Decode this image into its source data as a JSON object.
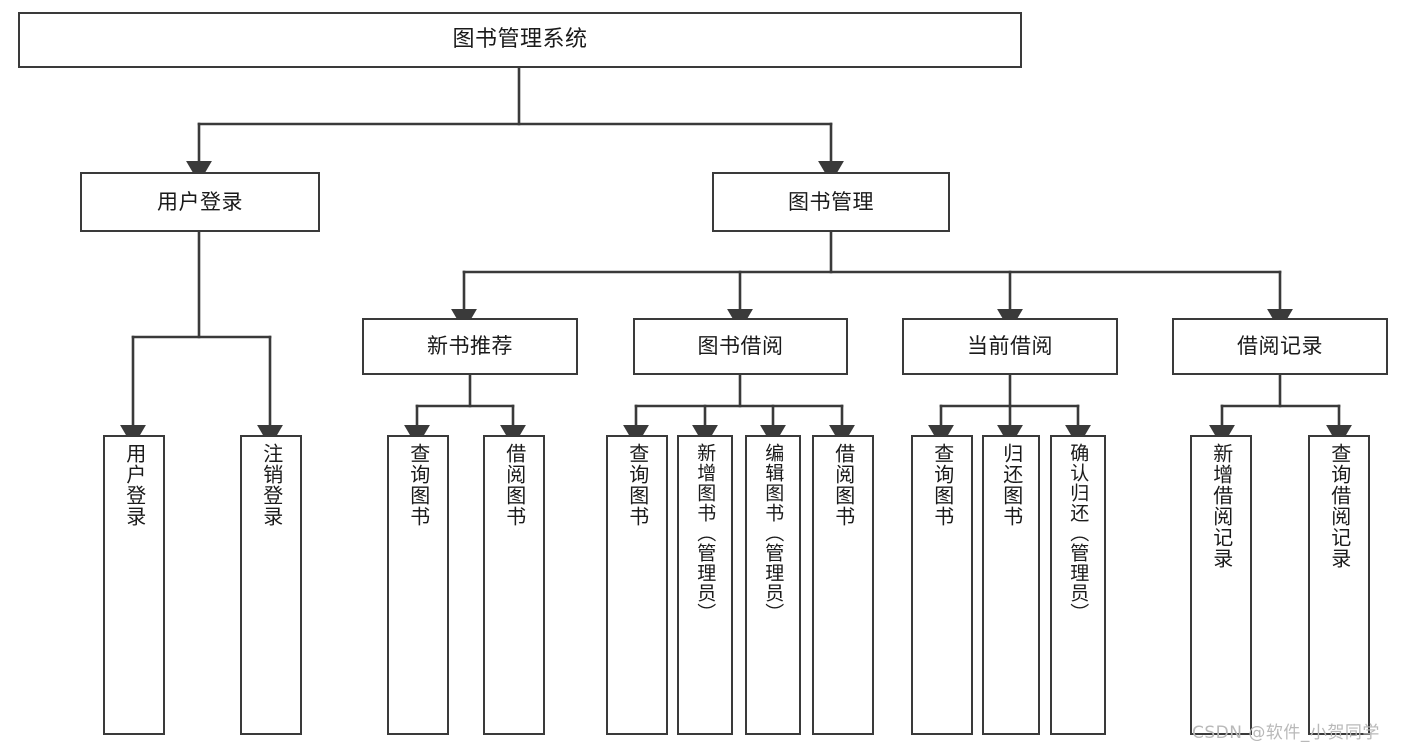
{
  "diagram": {
    "type": "tree-hierarchy",
    "title": "图书管理系统",
    "orientation": "top-down",
    "colors": {
      "node_border": "#3a3a3a",
      "node_fill": "#ffffff",
      "edge": "#3a3a3a",
      "text": "#1a1a1a",
      "watermark": "#b9b9b9",
      "background": "#ffffff"
    },
    "nodes": {
      "root": {
        "label": "图书管理系统",
        "level": 1
      },
      "level2": [
        {
          "id": "user-login",
          "label": "用户登录"
        },
        {
          "id": "book-manage",
          "label": "图书管理"
        }
      ],
      "level3": [
        {
          "id": "new-book-rec",
          "label": "新书推荐"
        },
        {
          "id": "book-borrow",
          "label": "图书借阅"
        },
        {
          "id": "current-borrow",
          "label": "当前借阅"
        },
        {
          "id": "borrow-record",
          "label": "借阅记录"
        }
      ],
      "leaves": [
        {
          "id": "leaf-user-login",
          "label": "用户登录",
          "parent": "user-login"
        },
        {
          "id": "leaf-user-logout",
          "label": "注销登录",
          "parent": "user-login"
        },
        {
          "id": "leaf-query-book-1",
          "label": "查询图书",
          "parent": "new-book-rec"
        },
        {
          "id": "leaf-borrow-book-1",
          "label": "借阅图书",
          "parent": "new-book-rec"
        },
        {
          "id": "leaf-query-book-2",
          "label": "查询图书",
          "parent": "book-borrow"
        },
        {
          "id": "leaf-add-book",
          "label": "新增图书（管理员）",
          "parent": "book-borrow"
        },
        {
          "id": "leaf-edit-book",
          "label": "编辑图书（管理员）",
          "parent": "book-borrow"
        },
        {
          "id": "leaf-borrow-book-2",
          "label": "借阅图书",
          "parent": "book-borrow"
        },
        {
          "id": "leaf-query-book-3",
          "label": "查询图书",
          "parent": "current-borrow"
        },
        {
          "id": "leaf-return-book",
          "label": "归还图书",
          "parent": "current-borrow"
        },
        {
          "id": "leaf-confirm-return",
          "label": "确认归还（管理员）",
          "parent": "current-borrow"
        },
        {
          "id": "leaf-add-record",
          "label": "新增借阅记录",
          "parent": "borrow-record"
        },
        {
          "id": "leaf-query-record",
          "label": "查询借阅记录",
          "parent": "borrow-record"
        }
      ]
    },
    "watermark": "CSDN @软件_小贺同学"
  }
}
